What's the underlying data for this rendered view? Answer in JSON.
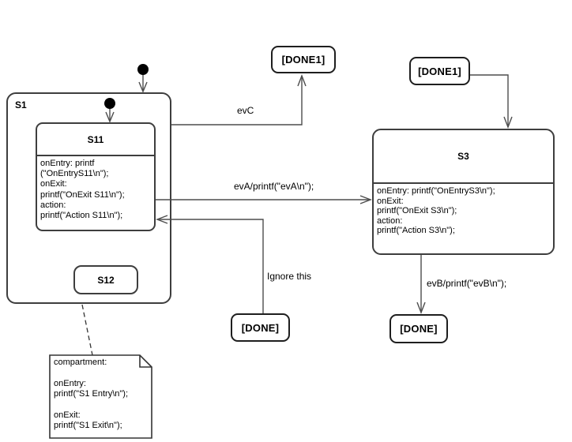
{
  "states": {
    "s1": {
      "label": "S1"
    },
    "s11": {
      "label": "S11",
      "body": [
        "onEntry: printf",
        "(\"OnEntryS11\\n\");",
        "onExit:",
        "printf(\"OnExit S11\\n\");",
        "action:",
        "printf(\"Action S11\\n\");"
      ]
    },
    "s12": {
      "label": "S12"
    },
    "s3": {
      "label": "S3",
      "body": [
        "onEntry: printf(\"OnEntryS3\\n\");",
        "onExit:",
        "printf(\"OnExit S3\\n\");",
        "action:",
        "printf(\"Action S3\\n\");"
      ]
    },
    "done1_top": {
      "label": "[DONE1]"
    },
    "done1_right": {
      "label": "[DONE1]"
    },
    "done_left": {
      "label": "[DONE]"
    },
    "done_right": {
      "label": "[DONE]"
    }
  },
  "transitions": {
    "evc": {
      "label": "evC"
    },
    "eva": {
      "label": "evA/printf(\"evA\\n\");"
    },
    "evb": {
      "label": "evB/printf(\"evB\\n\");"
    },
    "ignore": {
      "label": "Ignore this"
    }
  },
  "note": {
    "lines": [
      "compartment:",
      "",
      "onEntry:",
      "printf(\"S1 Entry\\n\");",
      "",
      "onExit:",
      "printf(\"S1 Exit\\n\");"
    ]
  },
  "colors": {
    "state_border": "#3e3e3e",
    "connector_line": "#4d4d4d",
    "text": "#000000",
    "background": "#ffffff"
  }
}
